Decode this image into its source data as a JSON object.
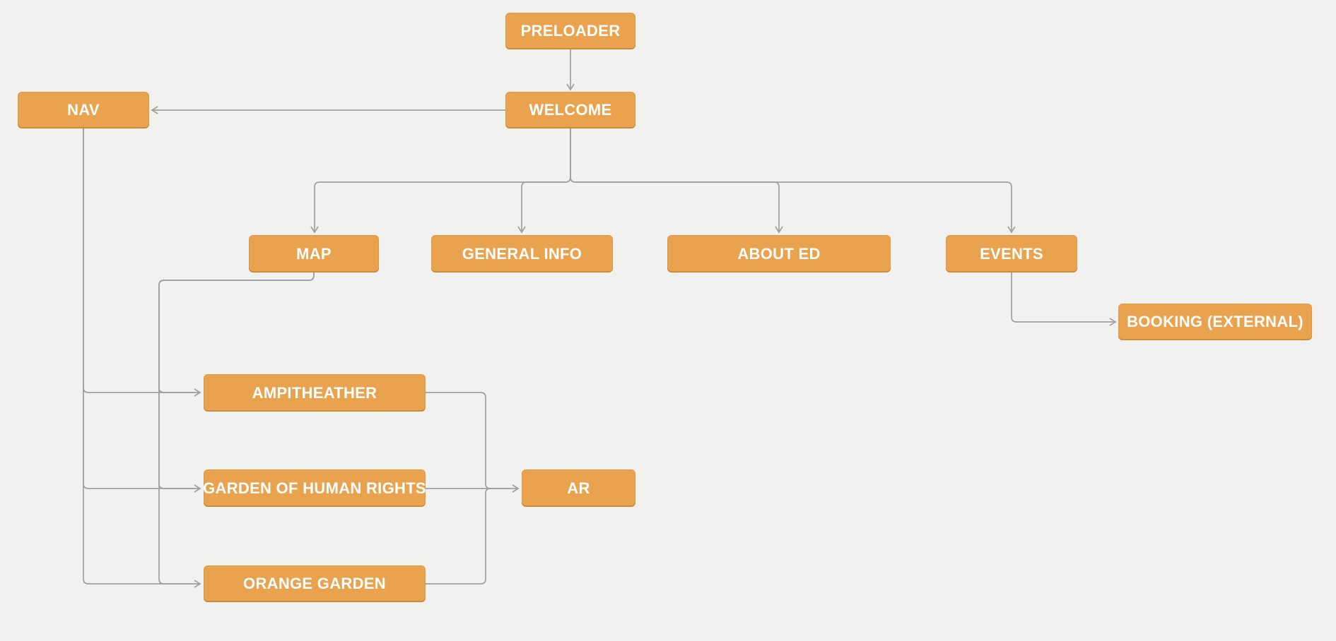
{
  "diagram": {
    "title": "Site map flowchart",
    "background_color": "#f1f1f0",
    "node_fill_color": "#e9a24d",
    "node_text_color": "#ffffff",
    "connector_color": "#a0a0a0",
    "nodes": {
      "preloader": {
        "label": "PRELOADER"
      },
      "welcome": {
        "label": "WELCOME"
      },
      "nav": {
        "label": "NAV"
      },
      "map": {
        "label": "MAP"
      },
      "general_info": {
        "label": "GENERAL INFO"
      },
      "about_ed": {
        "label": "ABOUT ED"
      },
      "events": {
        "label": "EVENTS"
      },
      "booking_external": {
        "label": "BOOKING (EXTERNAL)"
      },
      "ampitheather": {
        "label": "AMPITHEATHER"
      },
      "garden_of_human_rights": {
        "label": "GARDEN OF HUMAN RIGHTS"
      },
      "orange_garden": {
        "label": "ORANGE GARDEN"
      },
      "ar": {
        "label": "AR"
      }
    },
    "edges": [
      {
        "from": "PRELOADER",
        "to": "WELCOME"
      },
      {
        "from": "WELCOME",
        "to": "NAV"
      },
      {
        "from": "WELCOME",
        "to": "MAP"
      },
      {
        "from": "WELCOME",
        "to": "GENERAL INFO"
      },
      {
        "from": "WELCOME",
        "to": "ABOUT ED"
      },
      {
        "from": "WELCOME",
        "to": "EVENTS"
      },
      {
        "from": "EVENTS",
        "to": "BOOKING (EXTERNAL)"
      },
      {
        "from": "NAV",
        "to": "AMPITHEATHER"
      },
      {
        "from": "NAV",
        "to": "GARDEN OF HUMAN RIGHTS"
      },
      {
        "from": "NAV",
        "to": "ORANGE GARDEN"
      },
      {
        "from": "MAP",
        "to": "AMPITHEATHER"
      },
      {
        "from": "MAP",
        "to": "GARDEN OF HUMAN RIGHTS"
      },
      {
        "from": "MAP",
        "to": "ORANGE GARDEN"
      },
      {
        "from": "AMPITHEATHER",
        "to": "AR"
      },
      {
        "from": "GARDEN OF HUMAN RIGHTS",
        "to": "AR"
      },
      {
        "from": "ORANGE GARDEN",
        "to": "AR"
      }
    ]
  }
}
